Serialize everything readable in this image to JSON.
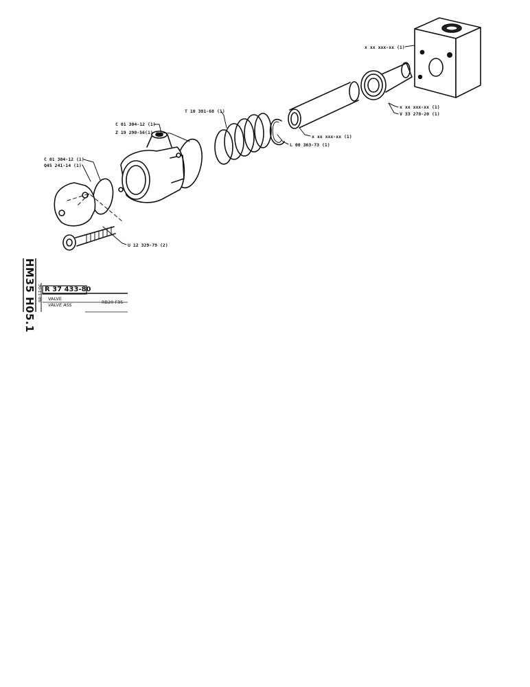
{
  "callouts": {
    "block": "x xx xxx-xx (1)",
    "seat_a": "x xx xxx-xx (1)",
    "seat_b": "V 33 278-20 (1)",
    "tube": "x xx xxx-xx (1)",
    "circlip": "L 00 363-73 (1)",
    "spring": "T 10 381-68 (1)",
    "oring_body": "C 01 304-12 (1)",
    "body": "Z 19 290-56(1)",
    "oring_cover": "C 01 304-12 (1)",
    "cover": "Q45 241-14 (1)",
    "screw": "U 12 329-79 (2)"
  },
  "title_block": {
    "code_large": "HM35 H05.1",
    "date": "30-11-86",
    "part_number": "R 37 433-80",
    "name": "VALVE",
    "name_sub": "VALVE ASS",
    "model": "RB20 F35"
  }
}
